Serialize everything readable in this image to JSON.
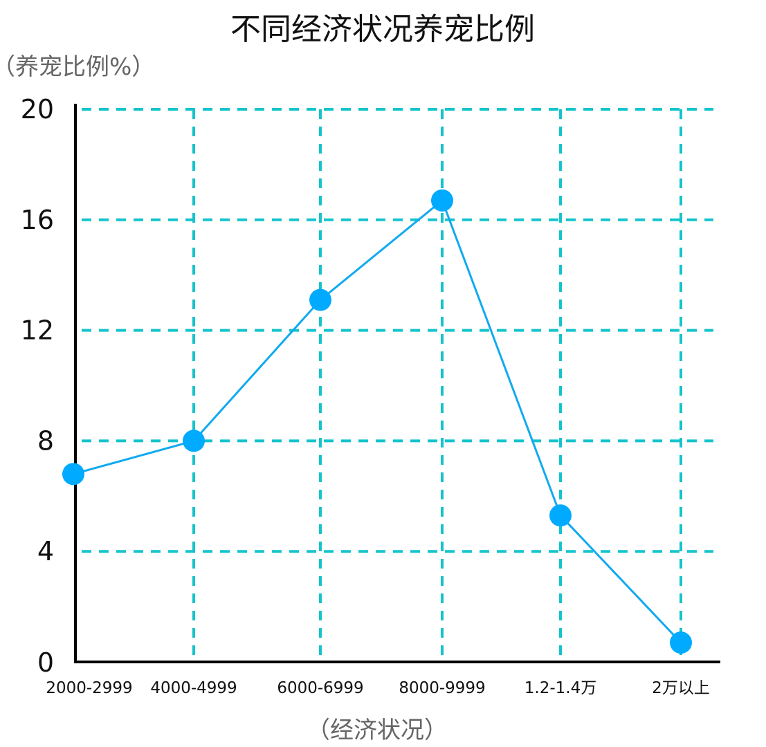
{
  "chart_data": {
    "type": "line",
    "title": "不同经济状况养宠比例",
    "ylabel": "（养宠比例%）",
    "xlabel": "（经济状况）",
    "categories": [
      "2000-2999",
      "4000-4999",
      "6000-6999",
      "8000-9999",
      "1.2-1.4万",
      "2万以上"
    ],
    "values": [
      6.8,
      8.0,
      13.1,
      16.7,
      5.3,
      0.7
    ],
    "yticks": [
      "0",
      "4",
      "8",
      "12",
      "16",
      "20"
    ],
    "ylim": [
      0,
      20
    ],
    "grid": true,
    "legend": "none",
    "colors": {
      "line": "#10aaf0",
      "marker": "#00aaff",
      "grid": "#14c4cc",
      "axis": "#000000"
    }
  }
}
